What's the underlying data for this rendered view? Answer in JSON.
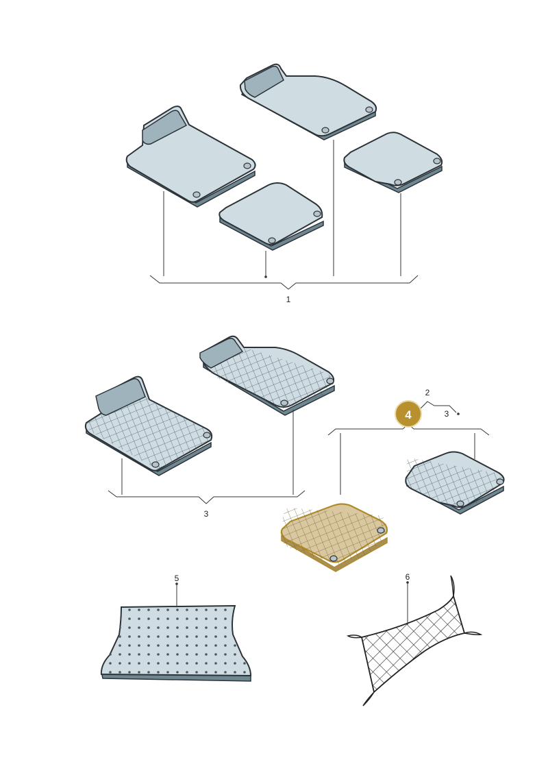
{
  "callouts": {
    "c1": "1",
    "c2": "2",
    "c3a": "3",
    "c3b": "3",
    "c4": "4",
    "c5": "5",
    "c6": "6"
  },
  "colors": {
    "mat_fill": "#cfdde3",
    "mat_outline": "#2b3238",
    "highlight_mat": "#d9c7a0",
    "highlight_outline": "#b08a2a",
    "badge_fill": "#b8902e",
    "line": "#333333"
  }
}
